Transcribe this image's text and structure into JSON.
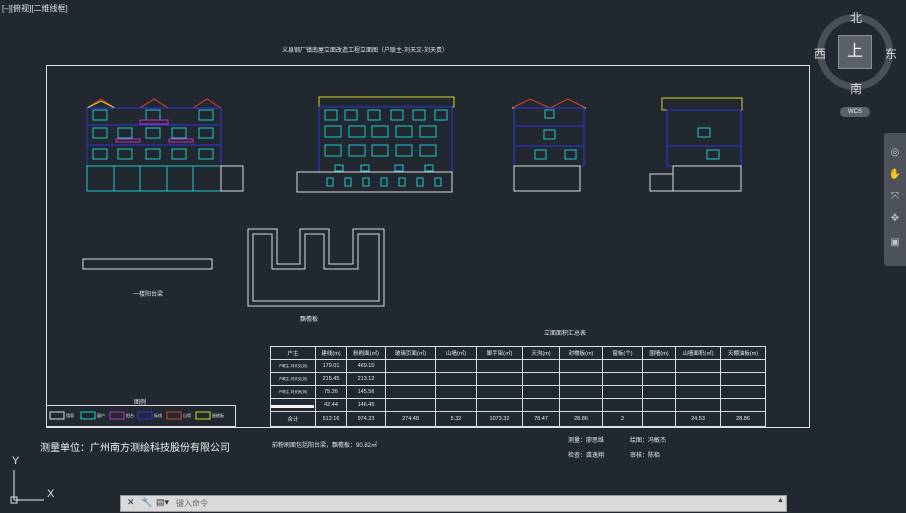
{
  "viewport": {
    "label": "[–][俯视][二维线框]"
  },
  "drawing": {
    "title": "义县钢厂镇南屋立面改造工程立面图（户联主-刘天文-刘天贵）",
    "platform_label": "一楼阳台梁",
    "eave_label": "飘檐板",
    "table_title": "立面面积汇总表",
    "legend_title": "图例",
    "legend_items": [
      {
        "label": "墙面",
        "color": "#dcdcdc"
      },
      {
        "label": "窗户",
        "color": "#20c8c8"
      },
      {
        "label": "阳台",
        "color": "#c030c0"
      },
      {
        "label": "标线",
        "color": "#3535e0"
      },
      {
        "label": "山墙",
        "color": "#e04020"
      },
      {
        "label": "屋檐板",
        "color": "#d8d820"
      }
    ],
    "company": "测量单位：广州南方测绘科技股份有限公司",
    "note": "前粉刷面包括阳台梁，飘檐板：90.82㎡",
    "signatures": {
      "survey": "测量：廖思维",
      "draw": "绘图：冯敏杰",
      "check": "检查：龚逸翔",
      "review": "审核：陈栢"
    }
  },
  "table": {
    "headers": [
      "户主",
      "建线(m)",
      "粉刷面(㎡)",
      "玻璃页面(㎡)",
      "山墙(㎡)",
      "脚手架(㎡)",
      "天沟(m)",
      "封檐板(m)",
      "窗板(个)",
      "围墙(m)",
      "山墙面积(㎡)",
      "天棚油板(m)"
    ],
    "rows": [
      [
        "户联主-刘天文(刘)",
        "179.01",
        "469.10",
        "",
        "",
        "",
        "",
        "",
        "",
        "",
        "",
        ""
      ],
      [
        "户联主-刘天文(刘)",
        "215.45",
        "213.12",
        "",
        "",
        "",
        "",
        "",
        "",
        "",
        "",
        ""
      ],
      [
        "户联主-刘天贵(刘)",
        "75.26",
        "145.56",
        "",
        "",
        "",
        "",
        "",
        "",
        "",
        "",
        ""
      ],
      [
        "",
        "42.44",
        "146.45",
        "",
        "",
        "",
        "",
        "",
        "",
        "",
        "",
        ""
      ]
    ],
    "total": [
      "合计",
      "512.16",
      "974.23",
      "274.48",
      "5.32",
      "1073.32",
      "78.47",
      "28.86",
      "2",
      "",
      "24.53",
      "28.86"
    ]
  },
  "compass": {
    "north": "北",
    "south": "南",
    "east": "东",
    "west": "西",
    "top": "上",
    "wcs": "WCS"
  },
  "command_line": {
    "placeholder": "键入命令"
  },
  "ucs": {
    "x": "X",
    "y": "Y"
  },
  "colors": {
    "background": "#212830",
    "wall": "#3535e0",
    "window": "#20c8c8",
    "roof": "#e04020",
    "eave": "#d8d820",
    "balcony": "#c030c0"
  }
}
